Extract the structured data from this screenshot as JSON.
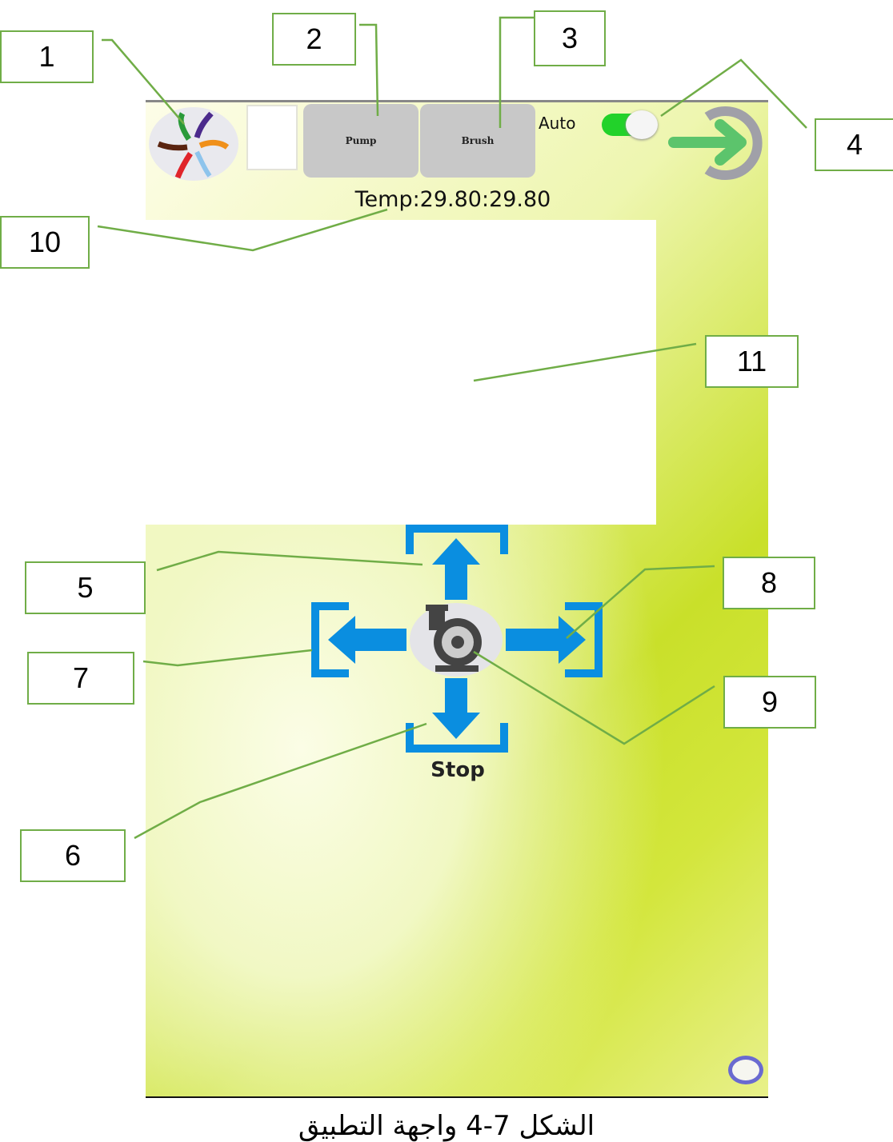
{
  "app": {
    "buttons": {
      "pump": "Pump",
      "brush": "Brush"
    },
    "auto_label": "Auto",
    "auto_toggle_on": true,
    "temperature": "Temp:29.80:29.80",
    "stop_label": "Stop",
    "colors": {
      "arrow": "#0a8ee0",
      "toggle_on": "#22d22a",
      "exit_arrow": "#5cc46c"
    }
  },
  "callouts": [
    "1",
    "2",
    "3",
    "4",
    "5",
    "6",
    "7",
    "8",
    "9",
    "10",
    "11"
  ],
  "caption": "الشكل 7-4 واجهة التطبيق"
}
